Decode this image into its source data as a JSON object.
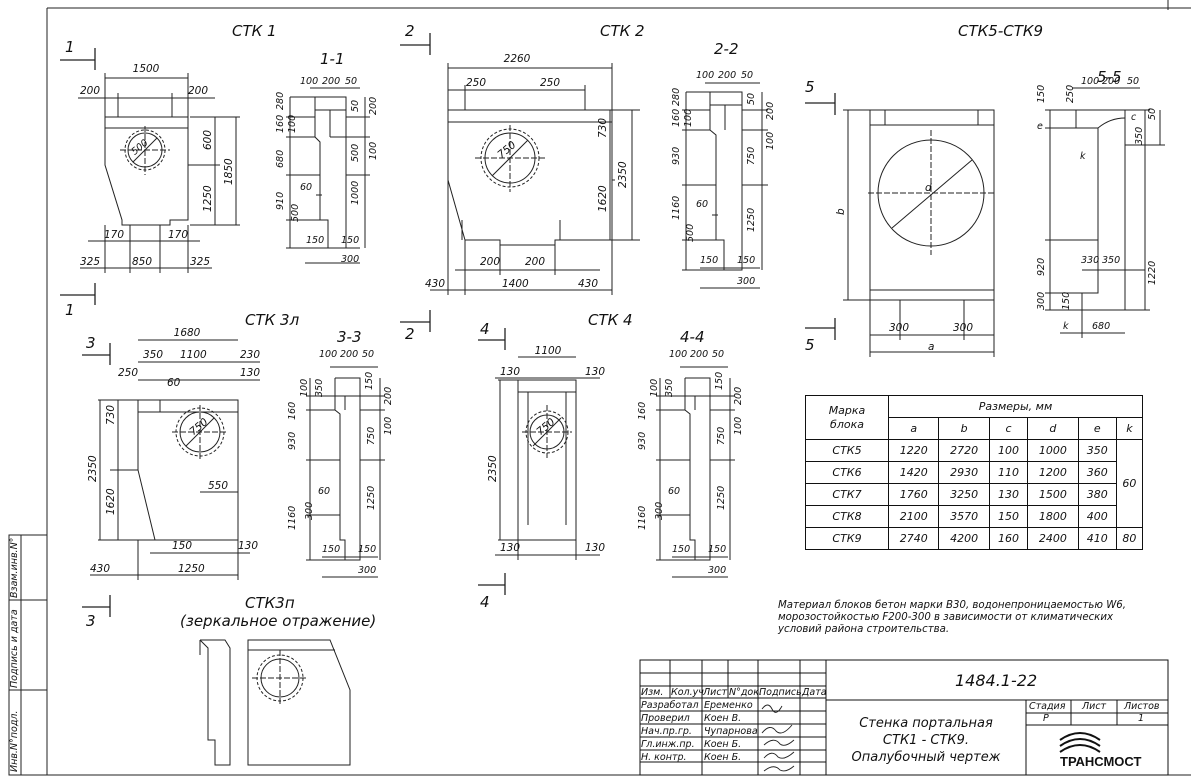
{
  "views": {
    "stk1": {
      "title": "СТК 1",
      "cut": "1",
      "section": "1-1",
      "dims": [
        "1500",
        "200",
        "200",
        "600",
        "1850",
        "1250",
        "170",
        "170",
        "325",
        "850",
        "325"
      ],
      "circle": "500",
      "sec_dims": [
        "100",
        "200",
        "50",
        "280",
        "160",
        "100",
        "680",
        "910",
        "500",
        "60",
        "50",
        "200",
        "500",
        "100",
        "1000",
        "150",
        "150",
        "300"
      ]
    },
    "stk2": {
      "title": "СТК 2",
      "cut": "2",
      "section": "2-2",
      "dims": [
        "2260",
        "250",
        "250",
        "730",
        "2350",
        "1620",
        "200",
        "200",
        "430",
        "1400",
        "430"
      ],
      "circle": "750",
      "sec_dims": [
        "100",
        "200",
        "50",
        "280",
        "160",
        "100",
        "930",
        "1160",
        "500",
        "60",
        "50",
        "200",
        "750",
        "100",
        "1250",
        "150",
        "150",
        "300"
      ]
    },
    "stk59": {
      "title": "СТК5-СТК9",
      "cut": "5",
      "section": "5-5",
      "dims": [
        "b",
        "300",
        "300",
        "a"
      ],
      "circle": "d",
      "sec_dims": [
        "100",
        "200",
        "50",
        "250",
        "150",
        "e",
        "c",
        "350",
        "50",
        "k",
        "920",
        "330",
        "350",
        "1220",
        "300",
        "150",
        "k",
        "680"
      ]
    },
    "stk3l": {
      "title": "СТК 3л",
      "cut": "3",
      "section": "3-3",
      "dims": [
        "1680",
        "350",
        "1100",
        "230",
        "250",
        "130",
        "60",
        "730",
        "2350",
        "1620",
        "550",
        "150",
        "130",
        "430",
        "1250"
      ],
      "circle": "750",
      "sec_dims": [
        "100",
        "200",
        "50",
        "350",
        "100",
        "160",
        "150",
        "930",
        "200",
        "100",
        "750",
        "1160",
        "60",
        "300",
        "1250",
        "150",
        "150",
        "300"
      ]
    },
    "stk4": {
      "title": "СТК 4",
      "cut": "4",
      "section": "4-4",
      "dims": [
        "1100",
        "130",
        "130",
        "2350",
        "130",
        "130"
      ],
      "circle": "750",
      "sec_dims": [
        "100",
        "200",
        "50",
        "350",
        "100",
        "160",
        "150",
        "930",
        "200",
        "100",
        "750",
        "1160",
        "60",
        "300",
        "1250",
        "150",
        "150",
        "300"
      ]
    },
    "stk3p": {
      "title": "СТК3п",
      "subtitle": "(зеркальное отражение)",
      "cut": "3"
    }
  },
  "size_table": {
    "h_mark": "Марка",
    "h_mark2": "блока",
    "h_sizes": "Размеры, мм",
    "columns": [
      "a",
      "b",
      "c",
      "d",
      "e",
      "k"
    ],
    "rows": [
      {
        "mark": "СТК5",
        "a": "1220",
        "b": "2720",
        "c": "100",
        "d": "1000",
        "e": "350"
      },
      {
        "mark": "СТК6",
        "a": "1420",
        "b": "2930",
        "c": "110",
        "d": "1200",
        "e": "360"
      },
      {
        "mark": "СТК7",
        "a": "1760",
        "b": "3250",
        "c": "130",
        "d": "1500",
        "e": "380"
      },
      {
        "mark": "СТК8",
        "a": "2100",
        "b": "3570",
        "c": "150",
        "d": "1800",
        "e": "400"
      },
      {
        "mark": "СТК9",
        "a": "2740",
        "b": "4200",
        "c": "160",
        "d": "2400",
        "e": "410"
      }
    ],
    "k_group": "60",
    "k_last": "80"
  },
  "note": [
    "Материал блоков бетон марки В30, водонепроницаемостью W6,",
    "морозостойкостью F200-300 в зависимости от климатических",
    "условий района строительства."
  ],
  "side_labels": [
    "Инв.N°подл.",
    "Подпись и дата",
    "Взам.инв.N°"
  ],
  "title_block": {
    "code": "1484.1-22",
    "headers": [
      "Изм.",
      "Кол.уч",
      "Лист",
      "N°док.",
      "Подпись",
      "Дата"
    ],
    "people": [
      {
        "role": "Разработал",
        "name": "Еременко"
      },
      {
        "role": "Проверил",
        "name": "Коен В."
      },
      {
        "role": "Нач.пр.гр.",
        "name": "Чупарнова"
      },
      {
        "role": "Гл.инж.пр.",
        "name": "Коен Б."
      },
      {
        "role": "Н. контр.",
        "name": "Коен Б."
      }
    ],
    "doc_title": [
      "Стенка портальная",
      "СТК1 - СТК9.",
      "Опалубочный чертеж"
    ],
    "stage_h": "Стадия",
    "sheet_h": "Лист",
    "sheets_h": "Листов",
    "stage": "Р",
    "sheets": "1",
    "company": "ТРАНСМОСТ"
  }
}
